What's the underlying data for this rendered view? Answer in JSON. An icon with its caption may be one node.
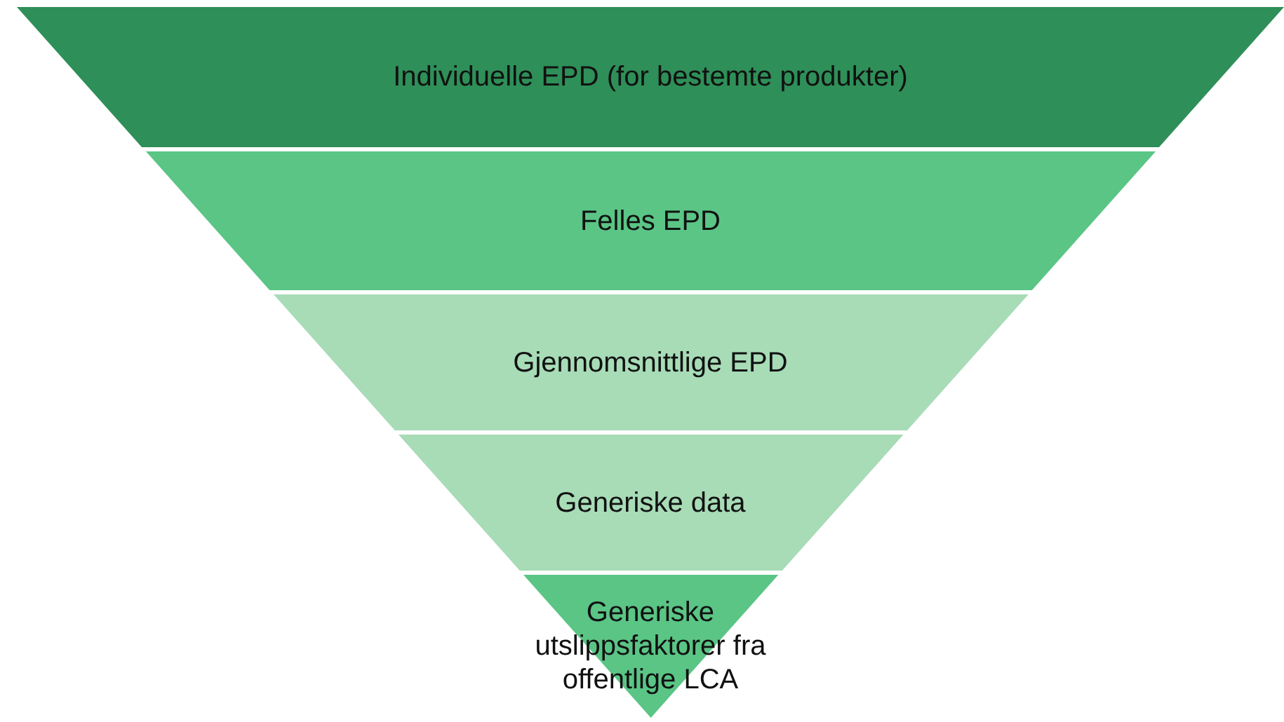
{
  "diagram": {
    "nodes": [
      {
        "text": [
          "Individuelle EPD (for bestemte produkter)"
        ]
      },
      {
        "text": [
          "Felles EPD"
        ]
      },
      {
        "text": [
          "Gjennomsnittlige EPD"
        ]
      },
      {
        "text": [
          "Generiske data"
        ]
      },
      {
        "text": [
          "Generiske utslippsfaktorer fra offentlige LCA"
        ]
      }
    ]
  }
}
